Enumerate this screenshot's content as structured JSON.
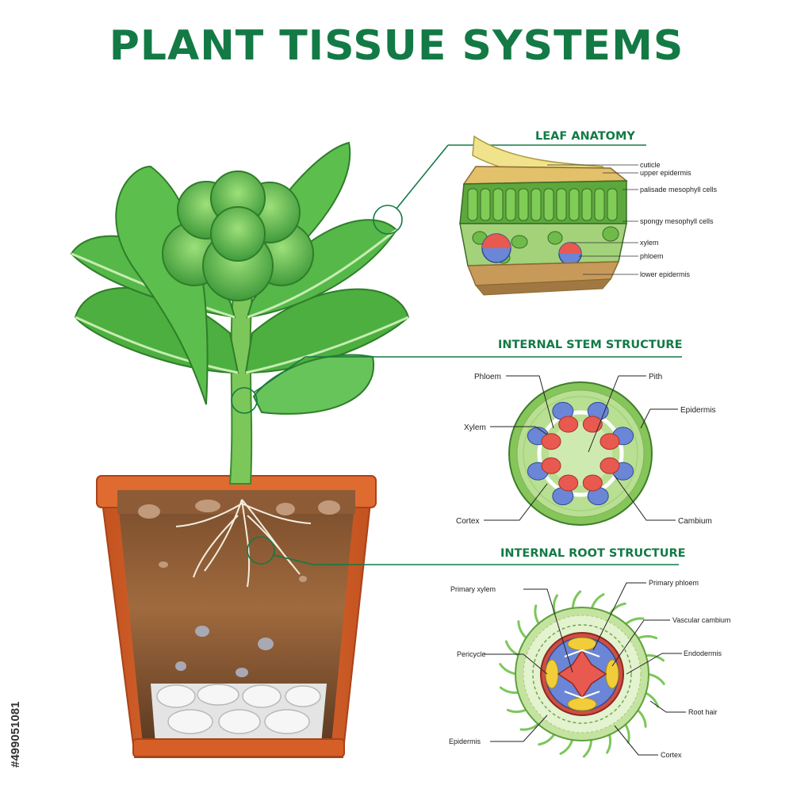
{
  "title": "PLANT TISSUE SYSTEMS",
  "colors": {
    "title_green": "#137a45",
    "leaf_green": "#4caf3f",
    "pot_orange": "#d9652a",
    "soil_brown": "#8a5a34",
    "xylem_red": "#e8594f",
    "phloem_blue": "#6b86d6",
    "cambium_yellow": "#f2cd3a"
  },
  "watermark_id": "#499051081",
  "leaf_anatomy": {
    "title": "LEAF ANATOMY",
    "labels": [
      "cuticle",
      "upper epidermis",
      "palisade mesophyll cells",
      "spongy mesophyll cells",
      "xylem",
      "phloem",
      "lower epidermis"
    ]
  },
  "stem": {
    "title": "INTERNAL STEM STRUCTURE",
    "labels": {
      "phloem": "Phloem",
      "pith": "Pith",
      "epidermis": "Epidermis",
      "xylem": "Xylem",
      "cortex": "Cortex",
      "cambium": "Cambium"
    }
  },
  "root": {
    "title": "INTERNAL ROOT STRUCTURE",
    "labels": {
      "primary_xylem": "Primary xylem",
      "primary_phloem": "Primary phloem",
      "vascular_cambium": "Vascular cambium",
      "pericycle": "Pericycle",
      "endodermis": "Endodermis",
      "root_hair": "Root hair",
      "epidermis": "Epidermis",
      "cortex": "Cortex"
    }
  }
}
